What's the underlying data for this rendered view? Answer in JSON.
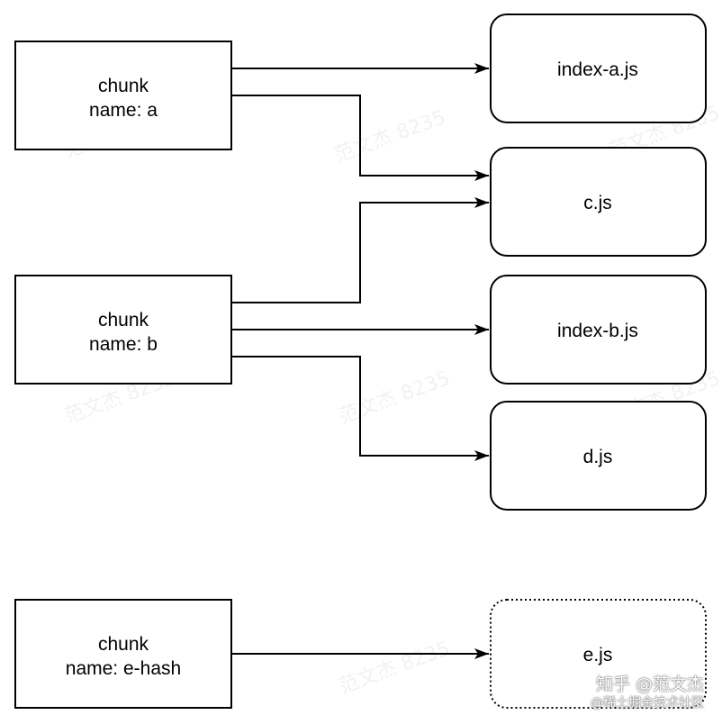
{
  "colors": {
    "stroke": "#000000",
    "background": "#ffffff"
  },
  "sources": [
    {
      "id": "chunk-a",
      "line1": "chunk",
      "line2": "name: a"
    },
    {
      "id": "chunk-b",
      "line1": "chunk",
      "line2": "name: b"
    },
    {
      "id": "chunk-e-hash",
      "line1": "chunk",
      "line2": "name: e-hash"
    }
  ],
  "targets": [
    {
      "id": "index-a",
      "label": "index-a.js",
      "border": "solid"
    },
    {
      "id": "c",
      "label": "c.js",
      "border": "solid"
    },
    {
      "id": "index-b",
      "label": "index-b.js",
      "border": "solid"
    },
    {
      "id": "d",
      "label": "d.js",
      "border": "solid"
    },
    {
      "id": "e",
      "label": "e.js",
      "border": "dotted"
    }
  ],
  "edges": [
    {
      "from": "chunk-a",
      "to": "index-a"
    },
    {
      "from": "chunk-a",
      "to": "c"
    },
    {
      "from": "chunk-b",
      "to": "c"
    },
    {
      "from": "chunk-b",
      "to": "index-b"
    },
    {
      "from": "chunk-b",
      "to": "d"
    },
    {
      "from": "chunk-e-hash",
      "to": "e"
    }
  ],
  "watermarks": {
    "repeat_text": "范文杰 8235",
    "corner_line1": "知乎 @范文杰",
    "corner_line2": "@稀土掘金技术社区"
  }
}
